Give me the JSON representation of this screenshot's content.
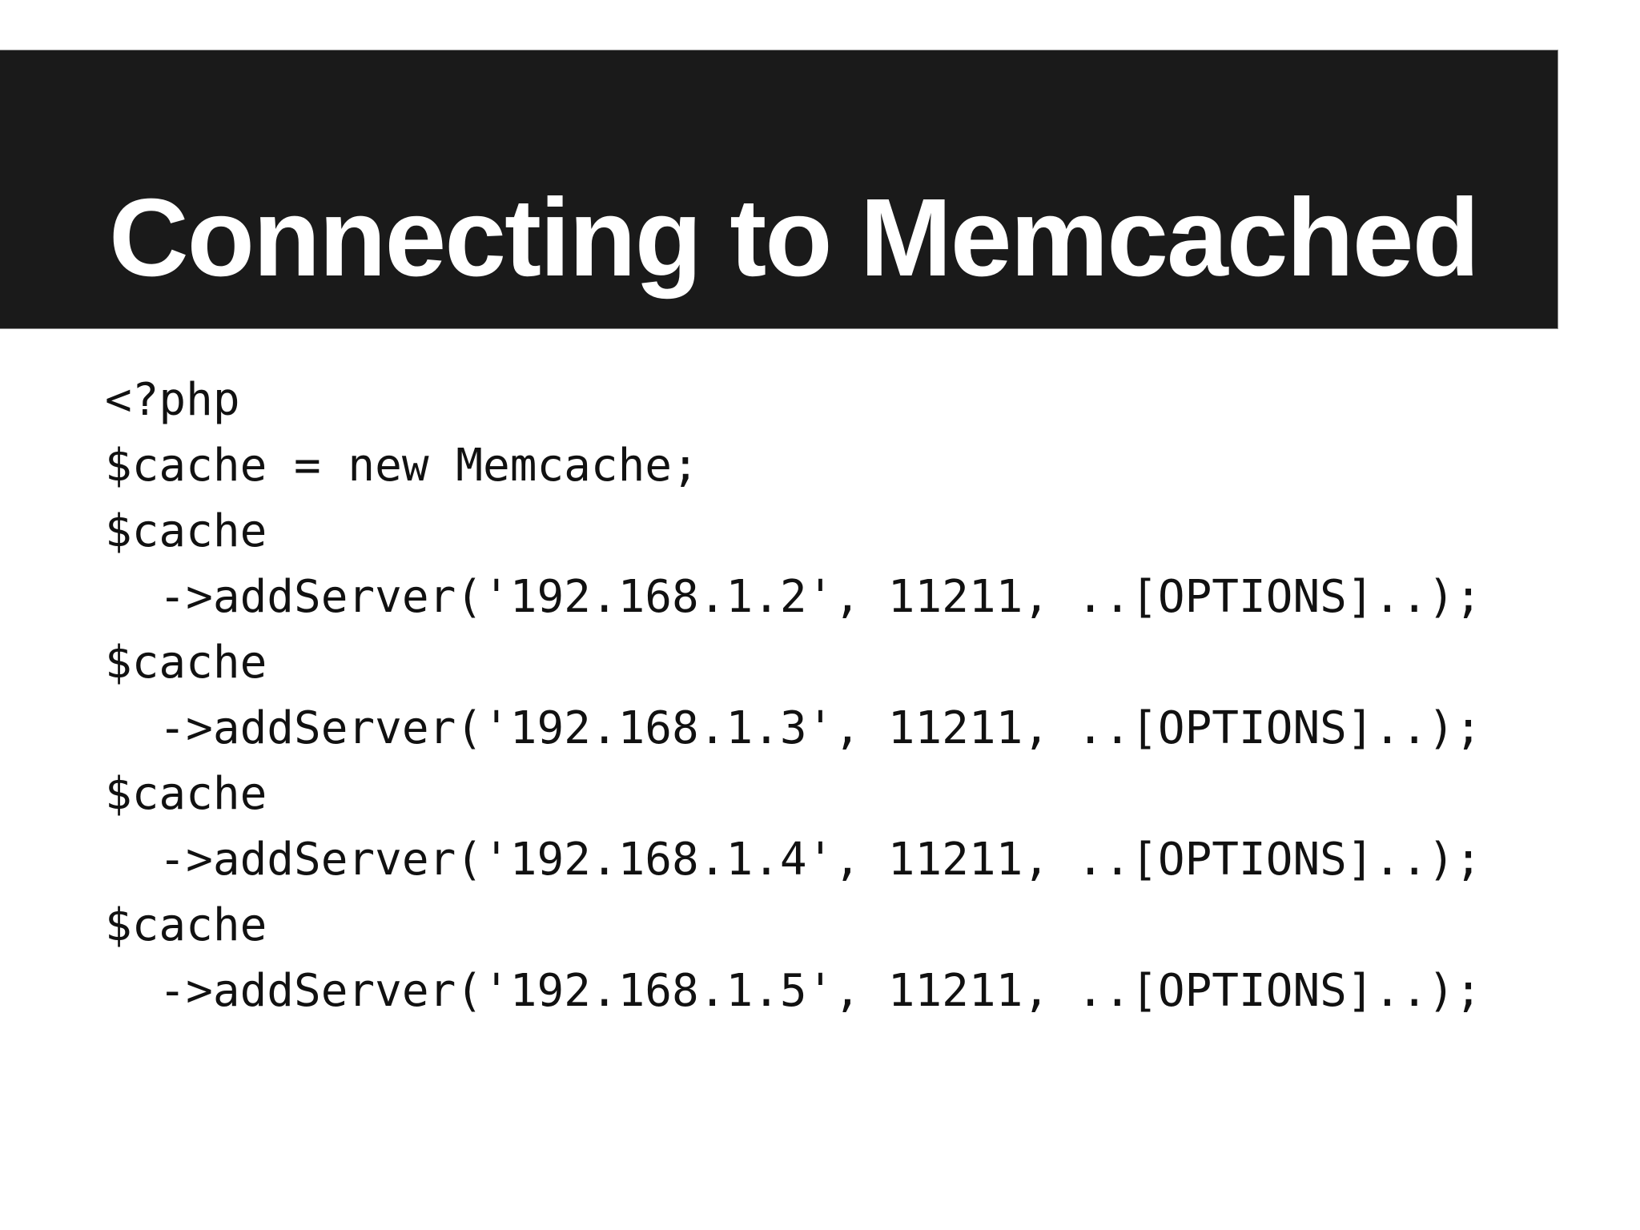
{
  "slide": {
    "title": "Connecting to Memcached",
    "code_lines": [
      "<?php",
      "$cache = new Memcache;",
      "$cache",
      "  ->addServer('192.168.1.2', 11211, ..[OPTIONS]..);",
      "$cache",
      "  ->addServer('192.168.1.3', 11211, ..[OPTIONS]..);",
      "$cache",
      "  ->addServer('192.168.1.4', 11211, ..[OPTIONS]..);",
      "$cache",
      "  ->addServer('192.168.1.5', 11211, ..[OPTIONS]..);"
    ],
    "colors": {
      "page_bg": "#ffffff",
      "banner_bg": "#1a1a1a",
      "banner_border": "#8b8b8b",
      "title_text": "#ffffff",
      "code_text": "#111111"
    }
  }
}
